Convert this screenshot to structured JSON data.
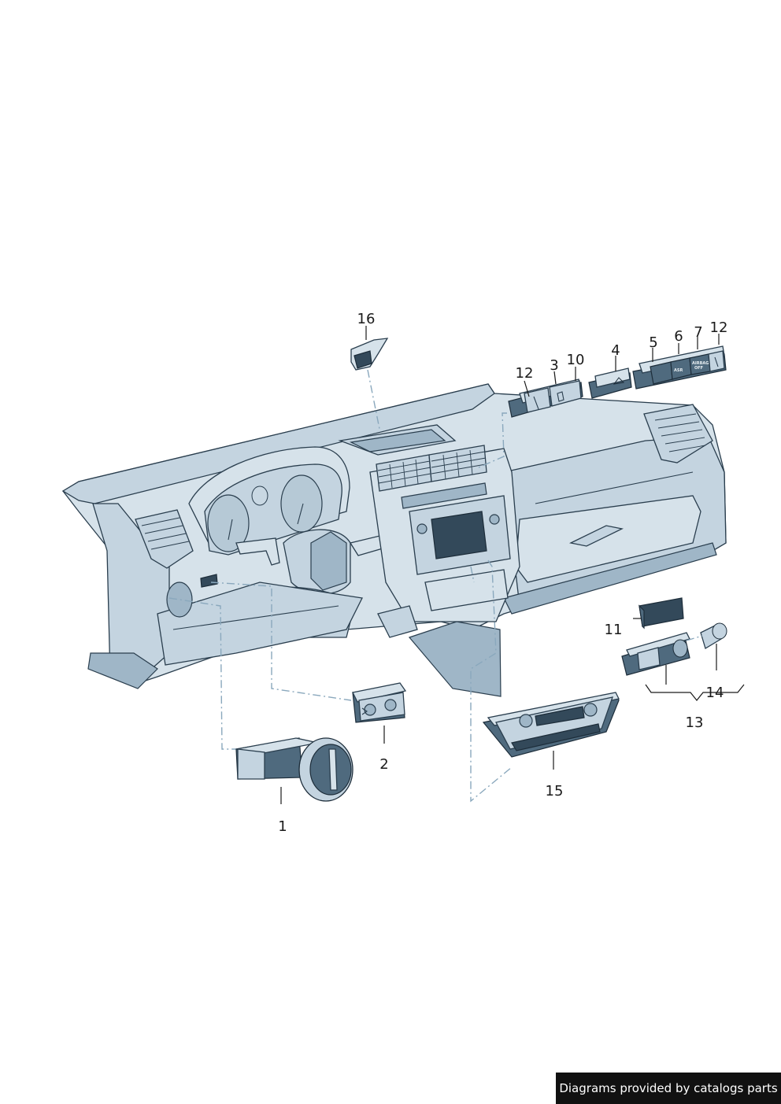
{
  "callouts": {
    "c1": "1",
    "c2": "2",
    "c3": "3",
    "c4": "4",
    "c5": "5",
    "c6": "6",
    "c7": "7",
    "c10": "10",
    "c11": "11",
    "c12a": "12",
    "c12b": "12",
    "c13": "13",
    "c14": "14",
    "c15": "15",
    "c16": "16"
  },
  "switch_labels": {
    "asr": "ASR",
    "airbag_line1": "AIRBAG",
    "airbag_line2": "OFF"
  },
  "footer": {
    "credit": "Diagrams provided by catalogs parts"
  },
  "colors": {
    "part_fill": "#d6e2ea",
    "part_shadow": "#4f6a7e",
    "outline": "#2a3e4e",
    "dash_line": "#8aa8bd",
    "footer_bg": "#111111"
  }
}
